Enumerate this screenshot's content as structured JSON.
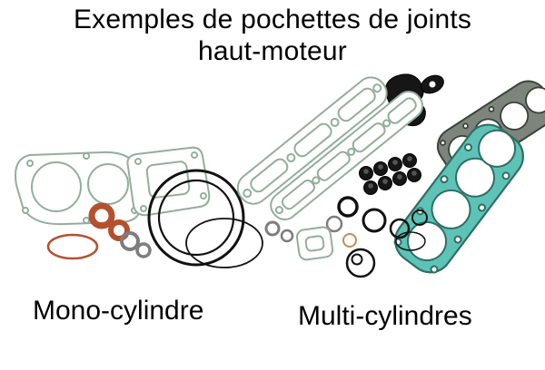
{
  "title": {
    "line1": "Exemples de pochettes de joints",
    "line2": "haut-moteur"
  },
  "captions": {
    "mono": "Mono-cylindre",
    "multi": "Multi-cylindres"
  },
  "colors": {
    "background": "#ffffff",
    "text": "#000000",
    "gasket_green": "#93ae9b",
    "gasket_teal": "#5ec3b6",
    "gasket_teal_dark": "#2e6e64",
    "gasket_gray": "#7c847c",
    "gasket_gray_dark": "#3a413a",
    "oring_orange": "#b5502f",
    "oring_orange_light": "#c98a54",
    "washer_gray": "#7d7d7d",
    "rubber_black": "#161616",
    "line_black": "#111111"
  }
}
